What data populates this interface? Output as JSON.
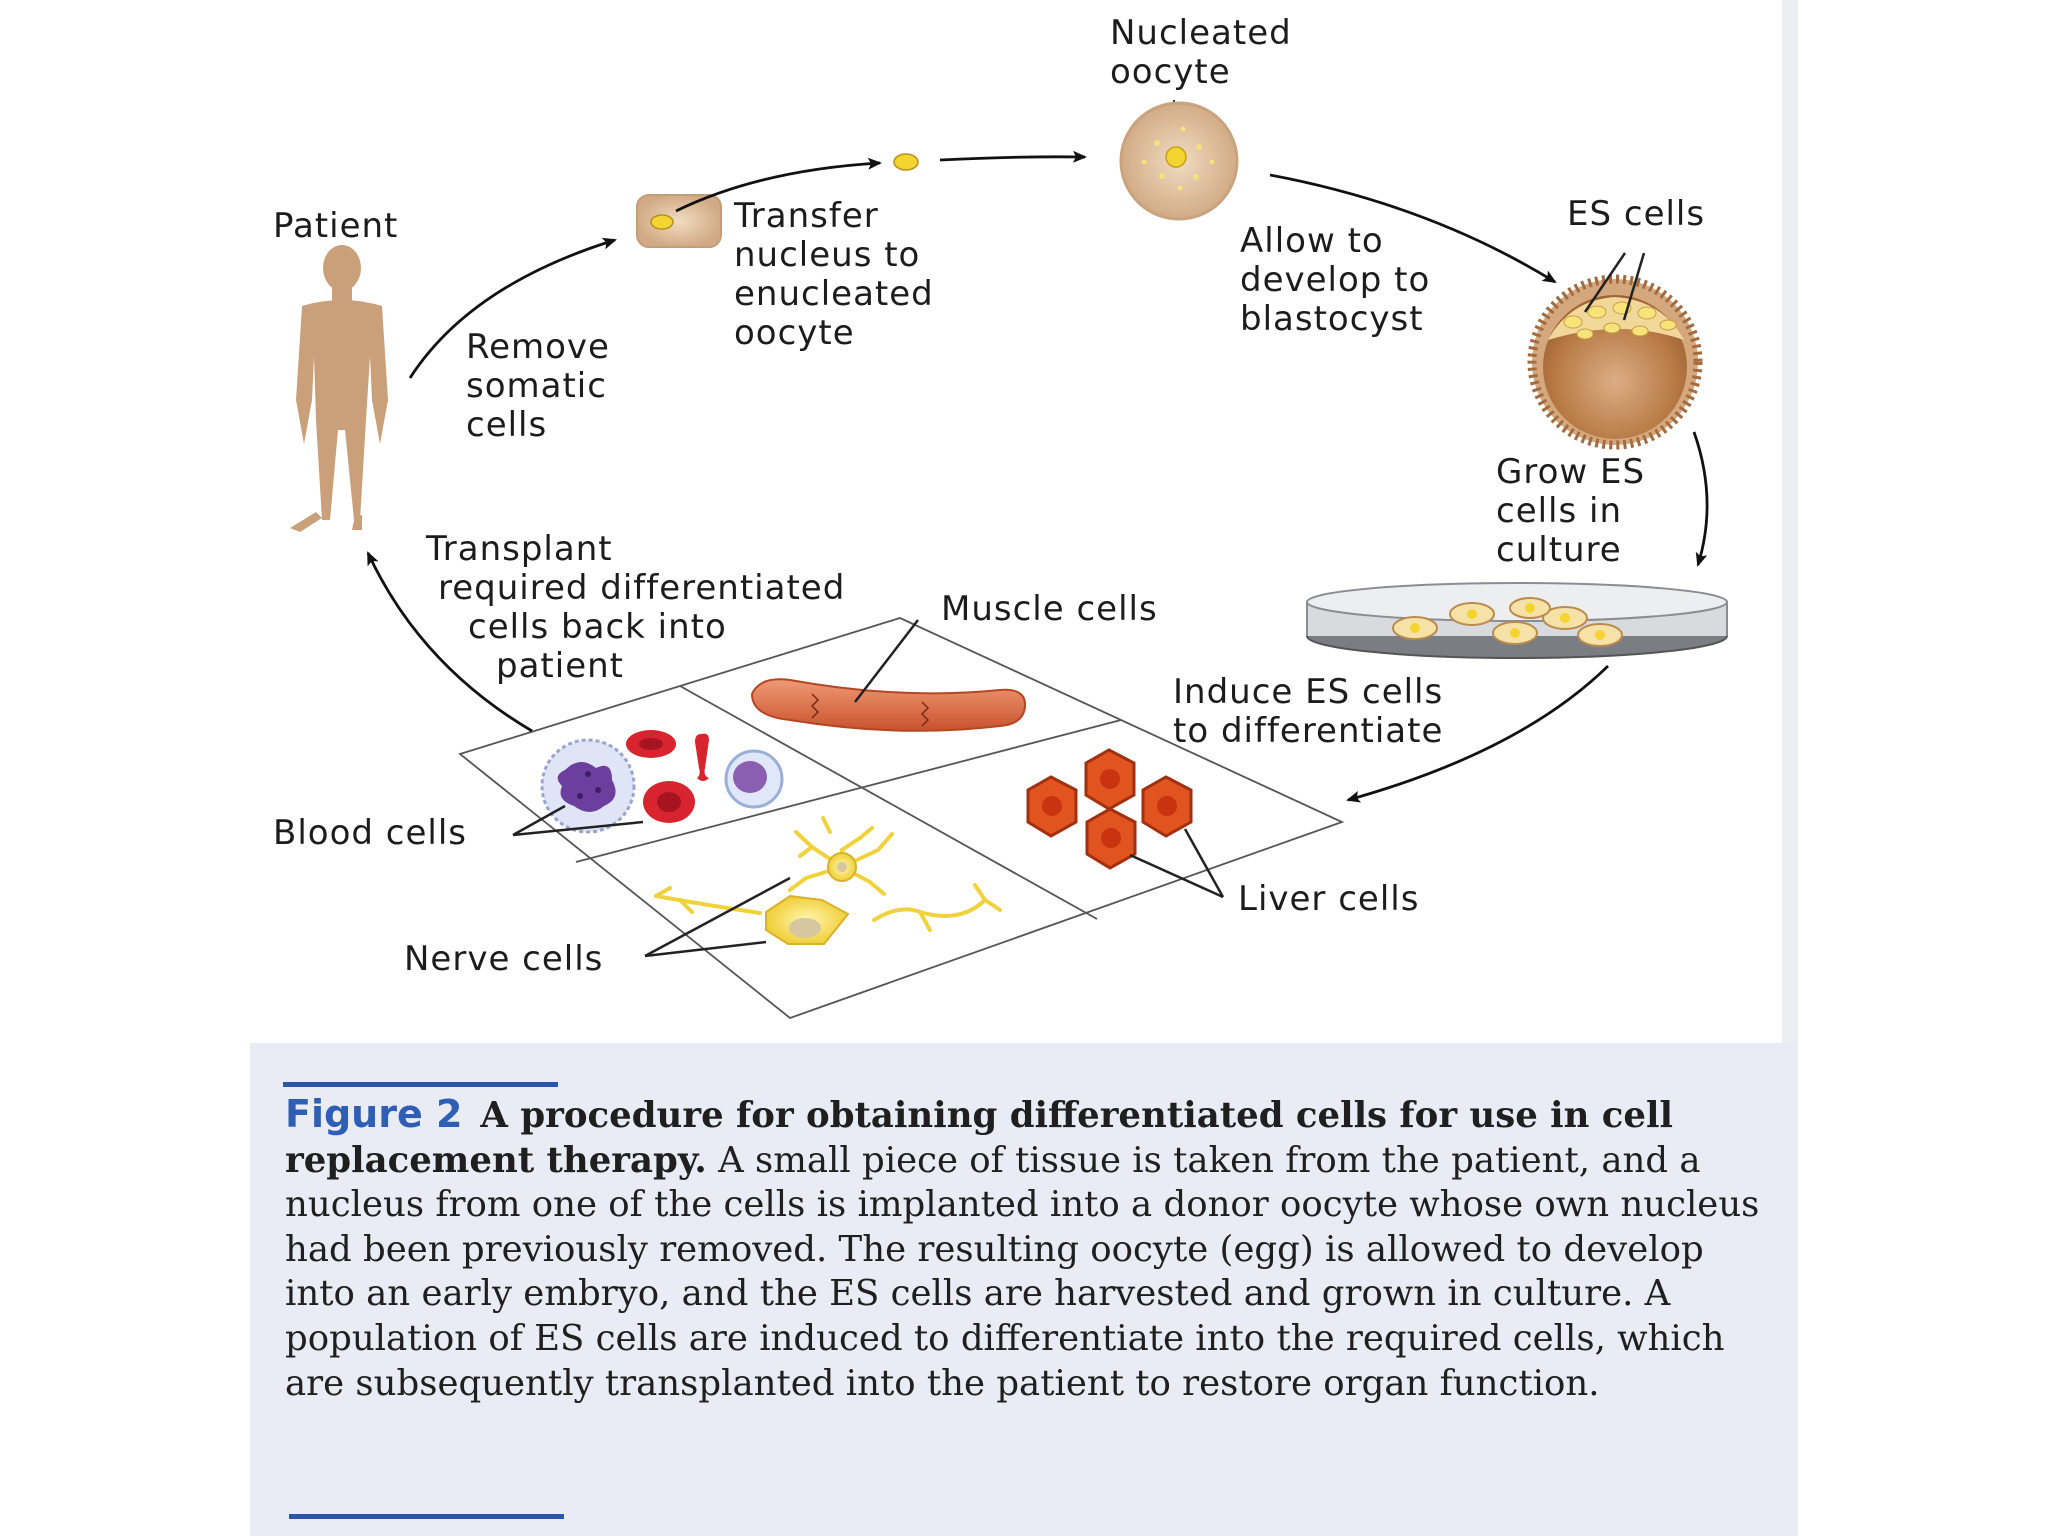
{
  "labels": {
    "nucleated_oocyte": [
      "Nucleated",
      "oocyte"
    ],
    "patient": "Patient",
    "transfer_nucleus": [
      "Transfer",
      "nucleus to",
      "enucleated",
      "oocyte"
    ],
    "remove_somatic": [
      "Remove",
      "somatic",
      "cells"
    ],
    "allow_develop": [
      "Allow to",
      "develop to",
      "blastocyst"
    ],
    "es_cells": "ES cells",
    "grow_es": [
      "Grow ES",
      "cells in",
      "culture"
    ],
    "transplant": [
      "Transplant",
      "required differentiated",
      "cells back into",
      "patient"
    ],
    "muscle_cells": "Muscle cells",
    "induce_es": [
      "Induce ES cells",
      "to differentiate"
    ],
    "blood_cells": "Blood cells",
    "liver_cells": "Liver cells",
    "nerve_cells": "Nerve cells"
  },
  "caption": {
    "label": "Figure 2",
    "title": "A procedure for obtaining differentiated cells for use in cell replacement therapy.",
    "body": "A small piece of tissue is taken from the patient, and a nucleus from one of the cells is implanted into a donor oocyte whose own nucleus had been previously removed. The resulting oocyte (egg) is allowed to develop into an early embryo, and the ES cells are harvested and grown in culture. A population of ES cells are induced to differentiate into the required cells, which are subsequently transplanted into the patient to restore organ function."
  },
  "colors": {
    "accent_blue": "#2b55a8",
    "figure_label": "#2f5fb5",
    "caption_bg": "#e9ecf4",
    "skin": "#c9a07a",
    "nucleus": "#f3d431",
    "blood_red": "#d8242e",
    "liver": "#e2541f",
    "muscle": "#e0744d"
  }
}
